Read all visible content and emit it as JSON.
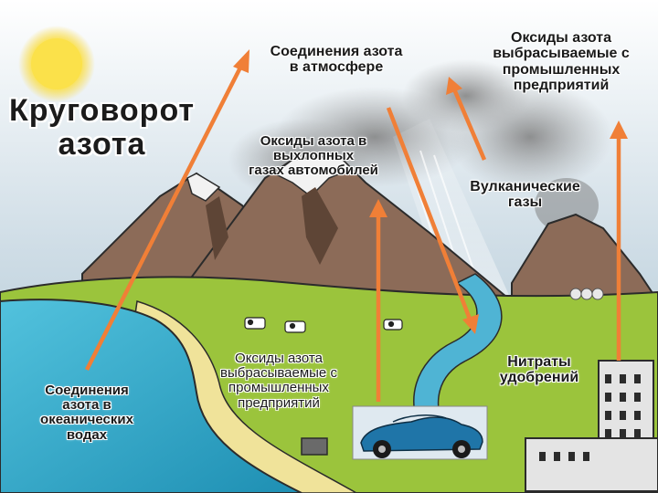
{
  "title": {
    "line1": "Круговорот",
    "line2": "азота"
  },
  "labels": {
    "atmosphere": [
      "Соединения азота",
      "в атмосфере"
    ],
    "industry_top": [
      "Оксиды азота",
      "выбрасываемые с",
      "промышленных",
      "предприятий"
    ],
    "exhaust": [
      "Оксиды азота в",
      "выхлопных",
      "газах автомобилей"
    ],
    "volcanic": [
      "Вулканические",
      "газы"
    ],
    "ocean": [
      "Соединения",
      "азота в",
      "океанических",
      "водах"
    ],
    "industry_bottom": [
      "Оксиды азота",
      "выбрасываемые с",
      "промышленных",
      "предприятий"
    ],
    "fertilizer": [
      "Нитраты",
      "удобрений"
    ]
  },
  "colors": {
    "sky": "#a9c3d3",
    "sun": "#fbe14a",
    "mountain": "#8c6b58",
    "grass": "#9bc43c",
    "sea": "#2fa6c6",
    "sand": "#f0e39a",
    "arrow": "#f07f37",
    "factory": "#e4e4e4"
  },
  "icons": [
    "sun-icon",
    "car-icon",
    "cow-icon",
    "factory-icon",
    "rain-icon",
    "smoke-icon"
  ]
}
